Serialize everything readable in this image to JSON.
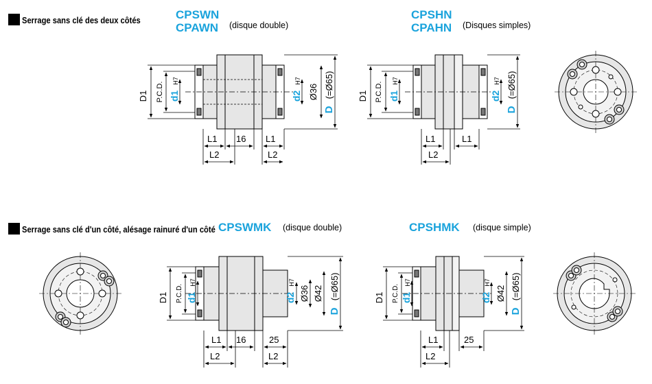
{
  "section1": {
    "title": "Serrage sans clé des deux côtés",
    "double": {
      "model_a": "CPSWN",
      "model_b": "CPAWN",
      "note": "(disque double)"
    },
    "single": {
      "model_a": "CPSHN",
      "model_b": "CPAHN",
      "note": "(Disques simples)"
    }
  },
  "section2": {
    "title": "Serrage sans clé d'un côté, alésage rainuré d'un côté",
    "double": {
      "model": "CPSWMK",
      "note": "(disque double)"
    },
    "single": {
      "model": "CPSHMK",
      "note": "(disque simple)"
    }
  },
  "dims": {
    "D1": "D1",
    "pcd": "P.C.D.",
    "d1": "d1",
    "d2": "d2",
    "h7": "H7",
    "D_letter": "D",
    "D_val": "(=Ø65)",
    "d36": "Ø36",
    "d42": "Ø42",
    "L1": "L1",
    "L2": "L2",
    "v16": "16",
    "v25": "25"
  },
  "colors": {
    "accent": "#1aa3dc",
    "line": "#000000",
    "fill": "#e6e6e6"
  }
}
